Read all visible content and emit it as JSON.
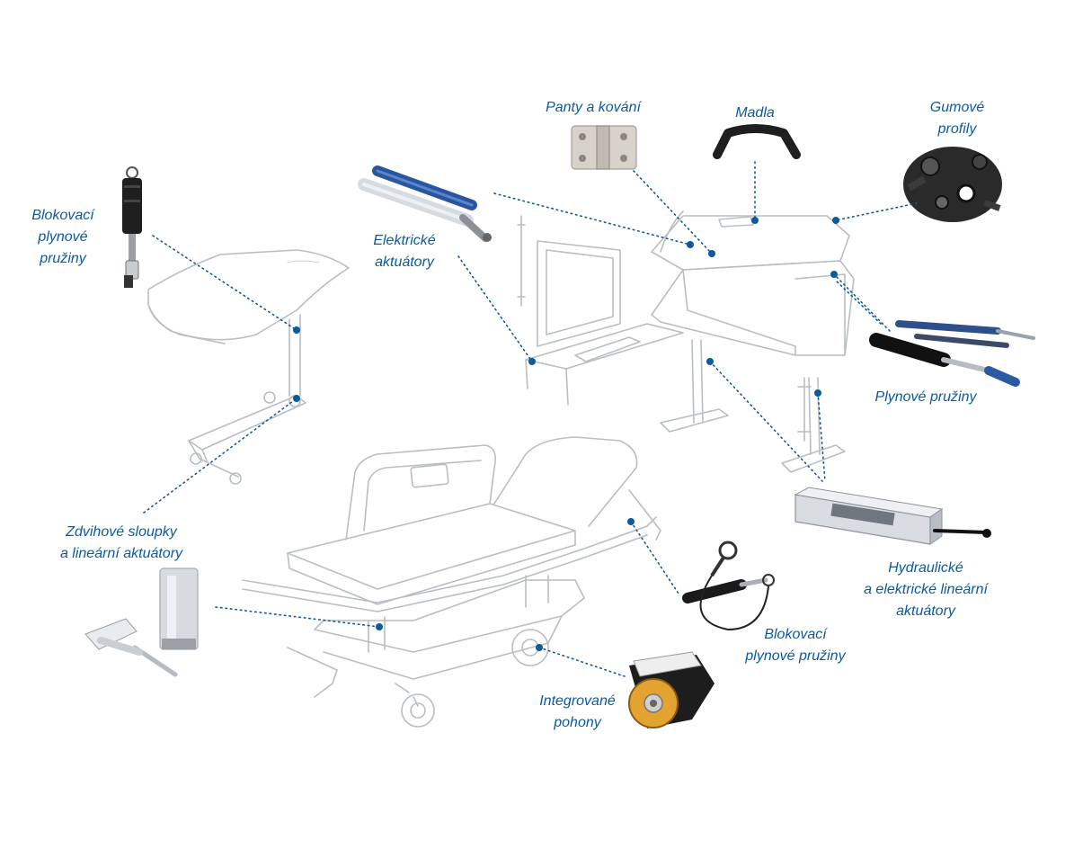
{
  "labels": {
    "blokovaci_left": [
      "Blokovací",
      "plynové",
      "pružiny"
    ],
    "elektricke": [
      "Elektrické",
      "aktuátory"
    ],
    "panty": [
      "Panty a kování"
    ],
    "madla": [
      "Madla"
    ],
    "gumove": [
      "Gumové",
      "profily"
    ],
    "plynove": [
      "Plynové pružiny"
    ],
    "hydraulicke": [
      "Hydraulické",
      "a elektrické lineární",
      "aktuátory"
    ],
    "blokovaci_right": [
      "Blokovací",
      "plynové pružiny"
    ],
    "integrovane": [
      "Integrované",
      "pohony"
    ],
    "zdvihove": [
      "Zdvihové sloupky",
      "a lineární aktuátory"
    ]
  },
  "colors": {
    "accent": "#0b5a9c",
    "sketch": "#b9bec4"
  },
  "icons": [
    "gas-spring-icon",
    "electric-actuator-icon",
    "hinge-icon",
    "handle-icon",
    "rubber-profile-icon",
    "gas-springs-pair-icon",
    "linear-actuator-icon",
    "locking-spring-icon",
    "drive-wheel-icon",
    "lifting-column-icon"
  ]
}
